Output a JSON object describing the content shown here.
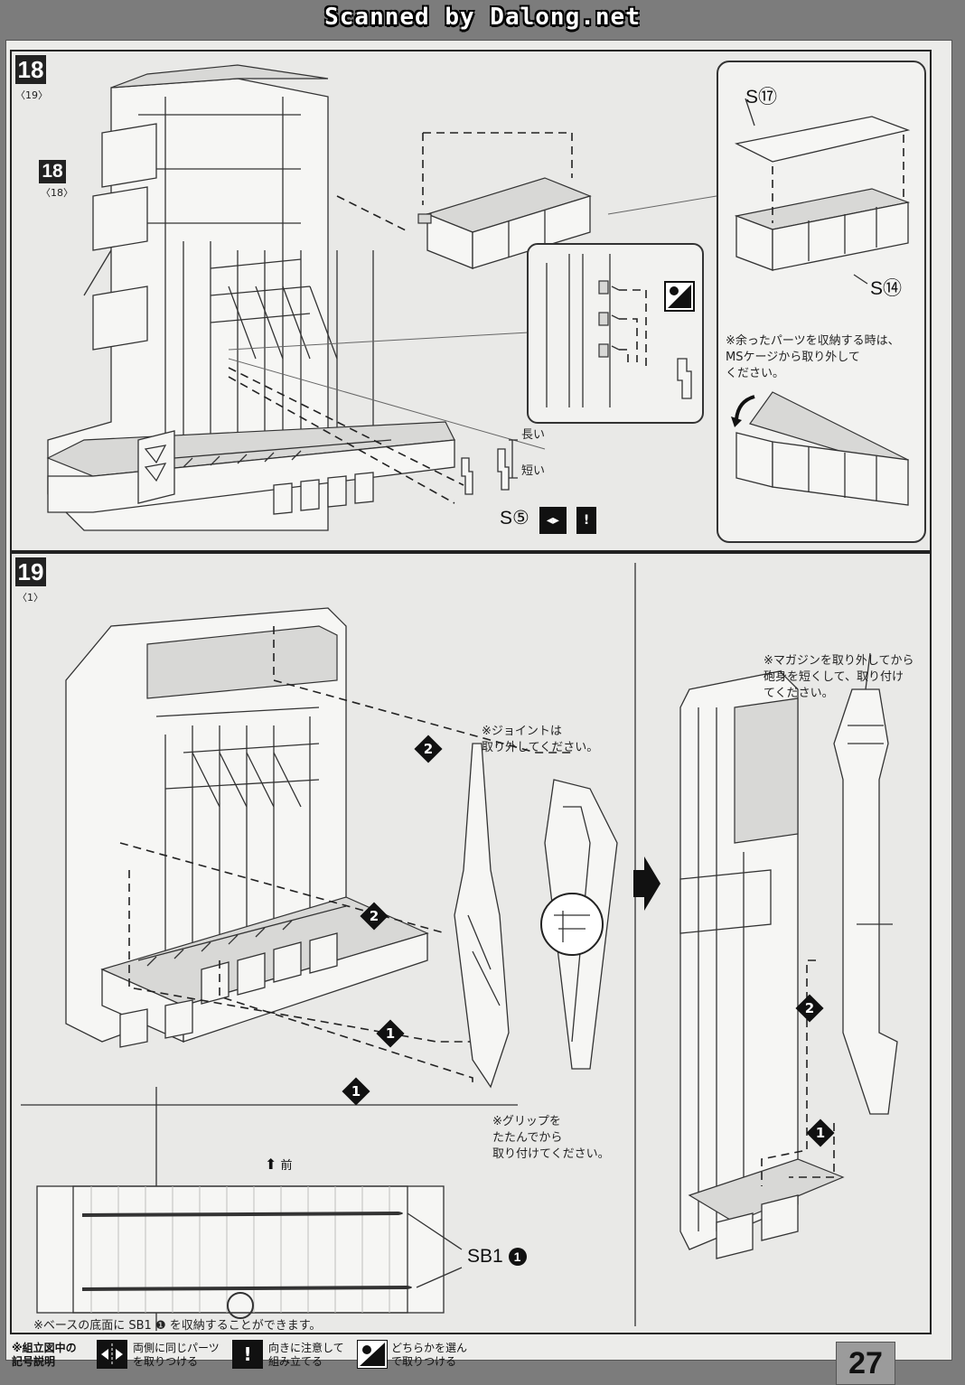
{
  "watermark": "Scanned by Dalong.net",
  "step18": {
    "number": "18",
    "ref": "〈19〉",
    "sub_ref_number": "18",
    "sub_ref": "〈18〉",
    "part_s17": "S⑰",
    "part_s14": "S⑭",
    "part_s5": "S⑤",
    "label_long": "長い",
    "label_short": "短い",
    "note_storage": "※余ったパーツを収納する時は、\nMSケージから取り外して\nください。"
  },
  "step19": {
    "number": "19",
    "ref": "〈1〉",
    "note_joint": "※ジョイントは\n取り外してください。",
    "note_grip": "※グリップを\nたたんでから\n取り付けてください。",
    "note_magazine": "※マガジンを取り外してから\n砲身を短くして、取り付け\nてください。",
    "label_front": "前",
    "part_sb1": "SB1",
    "part_sb1_num": "1",
    "note_base": "※ベースの底面に SB1 ❶ を収納することができます。",
    "callout_1": "1",
    "callout_2": "2"
  },
  "legend": {
    "title": "※組立図中の\n記号説明",
    "item1": "両側に同じパーツ\nを取りつける",
    "item2": "向きに注意して\n組み立てる",
    "item3": "どちらかを選ん\nで取りつける"
  },
  "page_number": "27"
}
